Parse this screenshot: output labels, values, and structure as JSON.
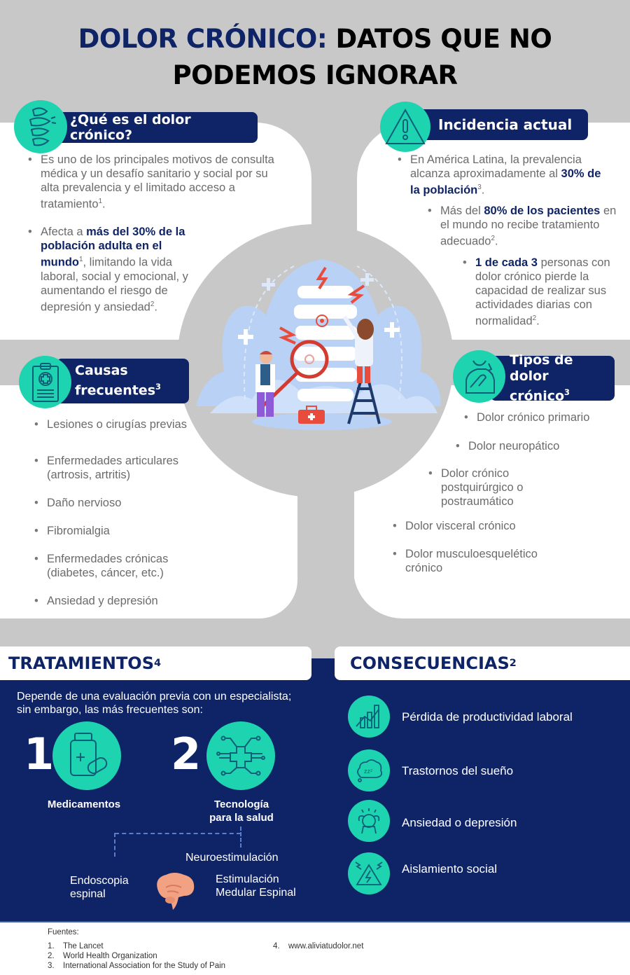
{
  "title": {
    "accent": "DOLOR CRÓNICO:",
    "rest_line1": "DATOS QUE NO",
    "line2": "PODEMOS IGNORAR"
  },
  "colors": {
    "navy": "#0f2467",
    "teal": "#1dd3b0",
    "grey_bg": "#c8c8c8",
    "text_grey": "#6b6b6b",
    "red": "#e84c3d"
  },
  "que_es": {
    "header": "¿Qué es el dolor crónico?",
    "icon": "spine-vertebrae-icon",
    "bullet1": {
      "text": "Es uno de los principales motivos de consulta médica y un desafío sanitario y social por su alta prevalencia y el limitado acceso a tratamiento",
      "sup": "1",
      "end": "."
    },
    "bullet2": {
      "prefix": "Afecta a ",
      "bold": "más del 30% de la población adulta en el mundo",
      "sup1": "1",
      "text": ", limitando la vida laboral, social y emocional, y aumentando el riesgo de depresión y ansiedad",
      "sup2": "2",
      "end": "."
    }
  },
  "incidencia": {
    "header": "Incidencia actual",
    "icon": "warning-triangle-icon",
    "bullet1": {
      "text": "En América Latina, la prevalencia alcanza aproximadamente al ",
      "bold": "30% de la población",
      "sup": "3",
      "end": "."
    },
    "bullet2": {
      "prefix": "Más del ",
      "bold": "80% de los pacientes",
      "text": " en el mundo no recibe tratamiento adecuado",
      "sup": "2",
      "end": "."
    },
    "bullet3": {
      "bold": "1 de cada 3",
      "text": " personas con dolor crónico pierde la capacidad de realizar sus actividades diarias con normalidad",
      "sup": "2",
      "end": "."
    }
  },
  "causas": {
    "header": "Causas frecuentes",
    "header_line1": "Causas",
    "header_line2": "frecuentes",
    "sup": "3",
    "icon": "medical-clipboard-icon",
    "items": [
      "Lesiones o cirugías previas",
      "Enfermedades articulares (artrosis, artritis)",
      "Daño nervioso",
      "Fibromialgia",
      "Enfermedades crónicas (diabetes, cáncer, etc.)",
      "Ansiedad y depresión"
    ]
  },
  "tipos": {
    "header_line1": "Tipos de dolor",
    "header_line2": "crónico",
    "sup": "3",
    "icon": "shoulder-pain-icon",
    "items": [
      "Dolor crónico primario",
      "Dolor neuropático",
      "Dolor crónico postquirúrgico o postraumático",
      "Dolor visceral crónico",
      "Dolor musculoesquelético crónico"
    ]
  },
  "tratamientos": {
    "header": "TRATAMIENTOS",
    "sup": "4",
    "intro": "Depende de una evaluación previa con un especialista; sin embargo, las más frecuentes son:",
    "items": [
      {
        "number": "1",
        "label": "Medicamentos",
        "icon": "medicine-bottle-pills-icon"
      },
      {
        "number": "2",
        "label_line1": "Tecnología",
        "label_line2": "para la salud",
        "icon": "health-tech-circuit-icon"
      }
    ],
    "sub_root": "Neuroestimulación",
    "sub_items": [
      "Endoscopia espinal",
      "Estimulación Medular Espinal"
    ],
    "sub_icon": "brain-icon"
  },
  "consecuencias": {
    "header": "CONSECUENCIAS",
    "sup": "2",
    "items": [
      {
        "label": "Pérdida de productividad laboral",
        "icon": "productivity-chart-icon"
      },
      {
        "label": "Trastornos del sueño",
        "icon": "sleep-cloud-icon"
      },
      {
        "label": "Ansiedad o depresión",
        "icon": "stressed-person-icon"
      },
      {
        "label": "Aislamiento social",
        "icon": "high-voltage-warning-icon"
      }
    ]
  },
  "footer": {
    "title": "Fuentes:",
    "sources": [
      {
        "n": "1.",
        "text": "The Lancet"
      },
      {
        "n": "2.",
        "text": "World Health Organization"
      },
      {
        "n": "3.",
        "text": "International Association for the Study of Pain"
      },
      {
        "n": "4.",
        "text": "www.aliviatudolor.net"
      }
    ]
  }
}
